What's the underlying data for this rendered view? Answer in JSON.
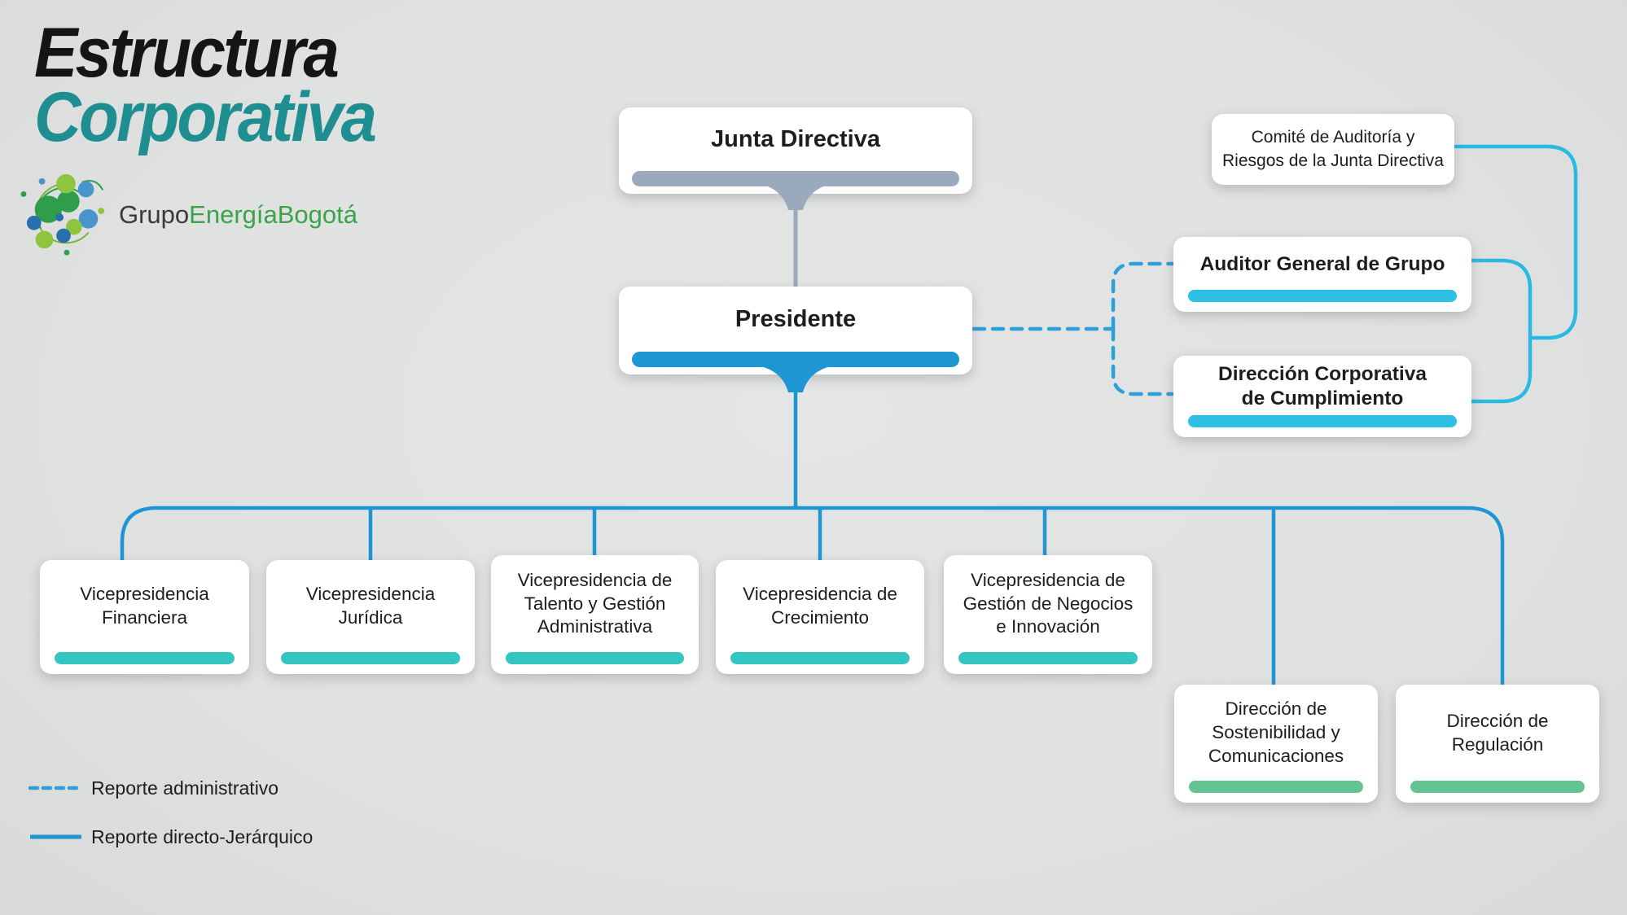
{
  "title": {
    "line1": "Estructura",
    "line2": "Corporativa"
  },
  "logo": {
    "text_dark": "Grupo",
    "text_green": "EnergíaBogotá"
  },
  "legend": {
    "administrative": "Reporte administrativo",
    "direct": "Reporte directo-Jerárquico"
  },
  "colors": {
    "background": "#e1e1e1",
    "title_black": "#151515",
    "title_teal": "#1f8e91",
    "logo_green": "#3aa349",
    "bar_gray": "#9aaabc",
    "bar_blue": "#1e96d4",
    "bar_cyan": "#2cc0e4",
    "bar_teal": "#34c6c1",
    "bar_green": "#62c491",
    "line_blue": "#1e96d4",
    "line_cyan": "#29b9e2",
    "line_dashed": "#2e9fd9"
  },
  "org": {
    "nodes": {
      "junta": {
        "lines": [
          "Junta Directiva"
        ],
        "bar_color": "#9aaabc"
      },
      "presidente": {
        "lines": [
          "Presidente"
        ],
        "bar_color": "#1e96d4"
      },
      "comite": {
        "lines": [
          "Comité de Auditoría y",
          "Riesgos de la Junta Directiva"
        ],
        "bar_color": null
      },
      "auditor": {
        "lines": [
          "Auditor General de Grupo"
        ],
        "bar_color": "#2cc0e4"
      },
      "cumplimiento": {
        "lines": [
          "Dirección Corporativa",
          "de Cumplimiento"
        ],
        "bar_color": "#2cc0e4"
      },
      "vp_financiera": {
        "lines": [
          "Vicepresidencia",
          "Financiera"
        ],
        "bar_color": "#34c6c1"
      },
      "vp_juridica": {
        "lines": [
          "Vicepresidencia",
          "Jurídica"
        ],
        "bar_color": "#34c6c1"
      },
      "vp_talento": {
        "lines": [
          "Vicepresidencia de",
          "Talento y Gestión",
          "Administrativa"
        ],
        "bar_color": "#34c6c1"
      },
      "vp_crecimiento": {
        "lines": [
          "Vicepresidencia de",
          "Crecimiento"
        ],
        "bar_color": "#34c6c1"
      },
      "vp_negocios": {
        "lines": [
          "Vicepresidencia de",
          "Gestión de Negocios",
          "e Innovación"
        ],
        "bar_color": "#34c6c1"
      },
      "dir_sostenibilidad": {
        "lines": [
          "Dirección de",
          "Sostenibilidad y",
          "Comunicaciones"
        ],
        "bar_color": "#62c491"
      },
      "dir_regulacion": {
        "lines": [
          "Dirección de",
          "Regulación"
        ],
        "bar_color": "#62c491"
      }
    },
    "edges": [
      {
        "from": "junta",
        "to": "presidente",
        "type": "directo-jerarquico"
      },
      {
        "from": "presidente",
        "to": "vp_financiera",
        "type": "directo-jerarquico"
      },
      {
        "from": "presidente",
        "to": "vp_juridica",
        "type": "directo-jerarquico"
      },
      {
        "from": "presidente",
        "to": "vp_talento",
        "type": "directo-jerarquico"
      },
      {
        "from": "presidente",
        "to": "vp_crecimiento",
        "type": "directo-jerarquico"
      },
      {
        "from": "presidente",
        "to": "vp_negocios",
        "type": "directo-jerarquico"
      },
      {
        "from": "presidente",
        "to": "dir_sostenibilidad",
        "type": "directo-jerarquico"
      },
      {
        "from": "presidente",
        "to": "dir_regulacion",
        "type": "directo-jerarquico"
      },
      {
        "from": "presidente",
        "to": "auditor",
        "type": "administrativo"
      },
      {
        "from": "presidente",
        "to": "cumplimiento",
        "type": "administrativo"
      },
      {
        "from": "comite",
        "to": "auditor",
        "type": "directo-jerarquico"
      },
      {
        "from": "comite",
        "to": "cumplimiento",
        "type": "directo-jerarquico"
      }
    ]
  }
}
